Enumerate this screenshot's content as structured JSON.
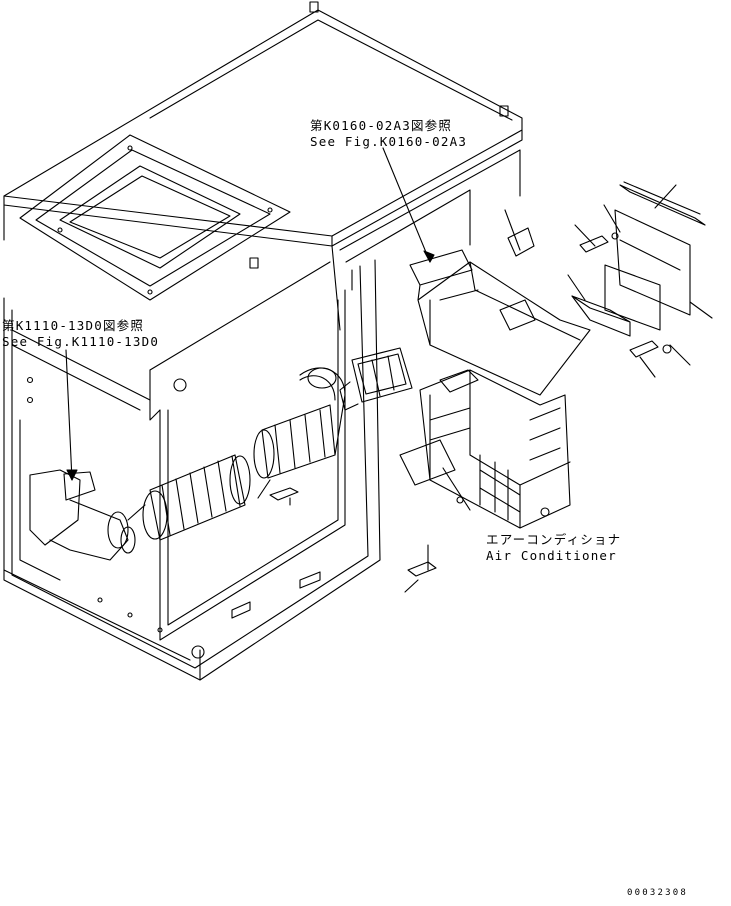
{
  "callouts": {
    "ref_top": {
      "jp": "第K0160-02A3図参照",
      "en": "See Fig.K0160-02A3"
    },
    "ref_left": {
      "jp": "第K1110-13D0図参照",
      "en": "See Fig.K1110-13D0"
    },
    "air_conditioner": {
      "jp": "エアーコンディショナ",
      "en": "Air Conditioner"
    }
  },
  "document_number": "00032308"
}
